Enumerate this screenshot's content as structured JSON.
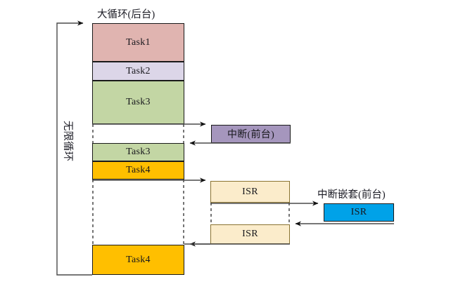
{
  "diagram": {
    "title_background_loop": "大循环(后台)",
    "label_infinite_loop": "无限循环",
    "label_interrupt_foreground": "中断(前台)",
    "label_nested_interrupt_foreground": "中断嵌套(前台)",
    "bottom_caption": "",
    "tasks": [
      {
        "name": "task1-block",
        "label": "Task1",
        "color": "#e0b4b0"
      },
      {
        "name": "task2-block",
        "label": "Task2",
        "color": "#dcd6e8"
      },
      {
        "name": "task3-block",
        "label": "Task3",
        "color": "#c3d6a4"
      },
      {
        "name": "task3-resume-block",
        "label": "Task3",
        "color": "#c3d6a4"
      },
      {
        "name": "task4-block",
        "label": "Task4",
        "color": "#ffbf00"
      },
      {
        "name": "task4-resume-block",
        "label": "Task4",
        "color": "#ffbf00"
      }
    ],
    "interrupts": [
      {
        "name": "interrupt-block",
        "label": "中断(前台)",
        "color": "#a596bd"
      },
      {
        "name": "isr-block-1",
        "label": "ISR",
        "color": "#fbeccb"
      },
      {
        "name": "isr-block-2",
        "label": "ISR",
        "color": "#fbeccb"
      },
      {
        "name": "nested-isr-block",
        "label": "ISR",
        "color": "#00a2e8"
      }
    ],
    "colors": {
      "task1": "#e0b4b0",
      "task2": "#dcd6e8",
      "task3": "#c3d6a4",
      "task4": "#ffbf00",
      "interrupt": "#a596bd",
      "isr": "#fbeccb",
      "nested_isr": "#00a2e8",
      "line": "#4a4a4a",
      "border": "#1a1a1a",
      "isr_border": "#8a7330"
    }
  }
}
